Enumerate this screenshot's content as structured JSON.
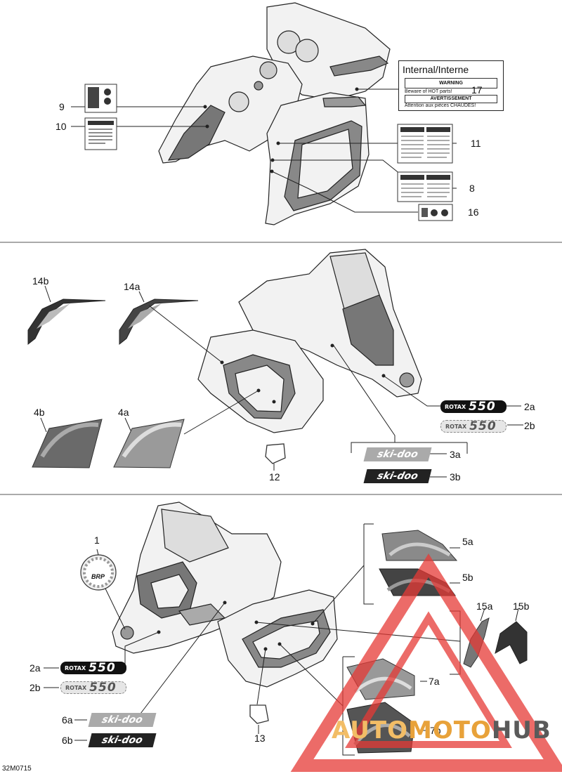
{
  "diagram_code": "32M0715",
  "callouts": {
    "c1": "1",
    "c2a_top": "2a",
    "c2b_top": "2b",
    "c3a": "3a",
    "c3b": "3b",
    "c4a": "4a",
    "c4b": "4b",
    "c5a": "5a",
    "c5b": "5b",
    "c6a": "6a",
    "c6b": "6b",
    "c7a": "7a",
    "c7b": "7b",
    "c8": "8",
    "c9": "9",
    "c10": "10",
    "c11": "11",
    "c12": "12",
    "c13": "13",
    "c14a": "14a",
    "c14b": "14b",
    "c15a": "15a",
    "c15b": "15b",
    "c16": "16",
    "c17": "17",
    "c2a_bot": "2a",
    "c2b_bot": "2b"
  },
  "label17": {
    "title": "Internal/Interne",
    "warning_en": "WARNING",
    "line_en": "Beware of HOT parts!",
    "warning_fr": "AVERTISSEMENT",
    "line_fr": "Attention aux pièces CHAUDES!"
  },
  "decals": {
    "rotax_word": "ROTAX",
    "rotax_model": "550",
    "brand": "ski-doo",
    "logo_initials": "BRP"
  },
  "watermark": {
    "part1": "AUTO",
    "part2": "MOTO",
    "part3": "HUB"
  },
  "colors": {
    "watermark_red": "#e53935",
    "watermark_gold": "#f2bd66",
    "watermark_gray": "#5a5a5a",
    "line": "#222222"
  }
}
